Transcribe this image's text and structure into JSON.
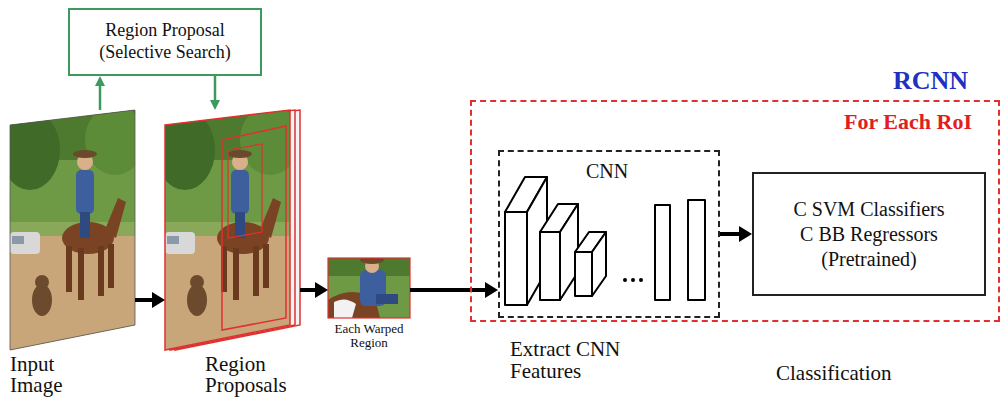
{
  "diagram": {
    "title": "RCNN",
    "nodes": [
      {
        "text": [
          "Input Image"
        ]
      },
      {
        "text": [
          "Region Proposal (Selective Search)"
        ]
      },
      {
        "text": [
          "Region Proposals"
        ]
      },
      {
        "text": [
          "Each Warped Region"
        ]
      },
      {
        "text": [
          "For Each RoI"
        ]
      },
      {
        "text": [
          "CNN",
          "Extract CNN Features"
        ],
        "in": 4
      },
      {
        "text": [
          "C SVM Classifiers C BB Regressors (Pretrained)",
          "Classification"
        ],
        "in": 4
      }
    ],
    "edges": [
      {
        "from": 0,
        "to": 1,
        "arrow": "to"
      },
      {
        "from": 1,
        "to": 2,
        "arrow": "to"
      },
      {
        "from": 0,
        "to": 2,
        "arrow": "to"
      },
      {
        "from": 2,
        "to": 3,
        "arrow": "to"
      },
      {
        "from": 3,
        "to": 5,
        "arrow": "to"
      },
      {
        "from": 5,
        "to": 6,
        "arrow": "to"
      }
    ]
  }
}
